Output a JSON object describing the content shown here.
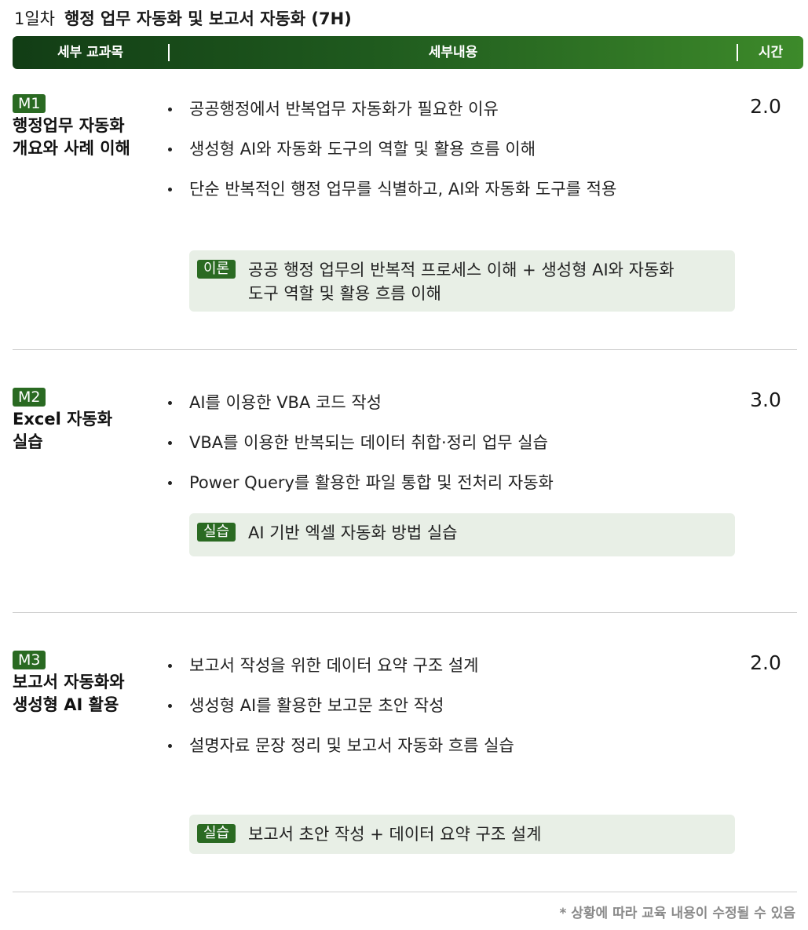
{
  "header": {
    "day": "1일차",
    "course": "행정 업무 자동화 및 보고서 자동화 (7H)"
  },
  "table_header": {
    "subject": "세부 교과목",
    "content": "세부내용",
    "hours": "시간"
  },
  "modules": [
    {
      "badge": "M1",
      "title_lines": [
        "행정업무 자동화",
        "개요와 사례 이해"
      ],
      "hours": "2.0",
      "bullets": [
        "공공행정에서 반복업무 자동화가 필요한 이유",
        "생성형 AI와 자동화 도구의 역할 및 활용 흐름 이해",
        "단순 반복적인 행정 업무를 식별하고, AI와 자동화 도구를 적용"
      ],
      "note": {
        "tag": "이론",
        "lines": [
          "공공 행정 업무의 반복적 프로세스 이해 + 생성형 AI와 자동화",
          "도구 역할 및 활용 흐름 이해"
        ]
      }
    },
    {
      "badge": "M2",
      "title_lines": [
        "Excel 자동화",
        "실습"
      ],
      "hours": "3.0",
      "bullets": [
        "AI를 이용한 VBA 코드 작성",
        "VBA를 이용한 반복되는 데이터 취합·정리 업무 실습",
        "Power Query를 활용한 파일 통합 및 전처리 자동화"
      ],
      "note": {
        "tag": "실습",
        "lines": [
          "AI 기반 엑셀 자동화 방법 실습"
        ]
      }
    },
    {
      "badge": "M3",
      "title_lines": [
        "보고서 자동화와",
        "생성형 AI 활용"
      ],
      "hours": "2.0",
      "bullets": [
        "보고서 작성을 위한 데이터 요약 구조 설계",
        "생성형 AI를 활용한 보고문 초안 작성",
        "설명자료 문장 정리 및 보고서 자동화 흐름 실습"
      ],
      "note": {
        "tag": "실습",
        "lines": [
          "보고서 초안 작성 + 데이터 요약 구조 설계"
        ]
      }
    }
  ],
  "footnote": "* 상황에 따라 교육 내용이 수정될 수 있음",
  "colors": {
    "accent_green": "#2a6a22",
    "header_gradient_start": "#123d15",
    "header_gradient_end": "#3d8a2a",
    "note_background": "#e8efe6"
  }
}
